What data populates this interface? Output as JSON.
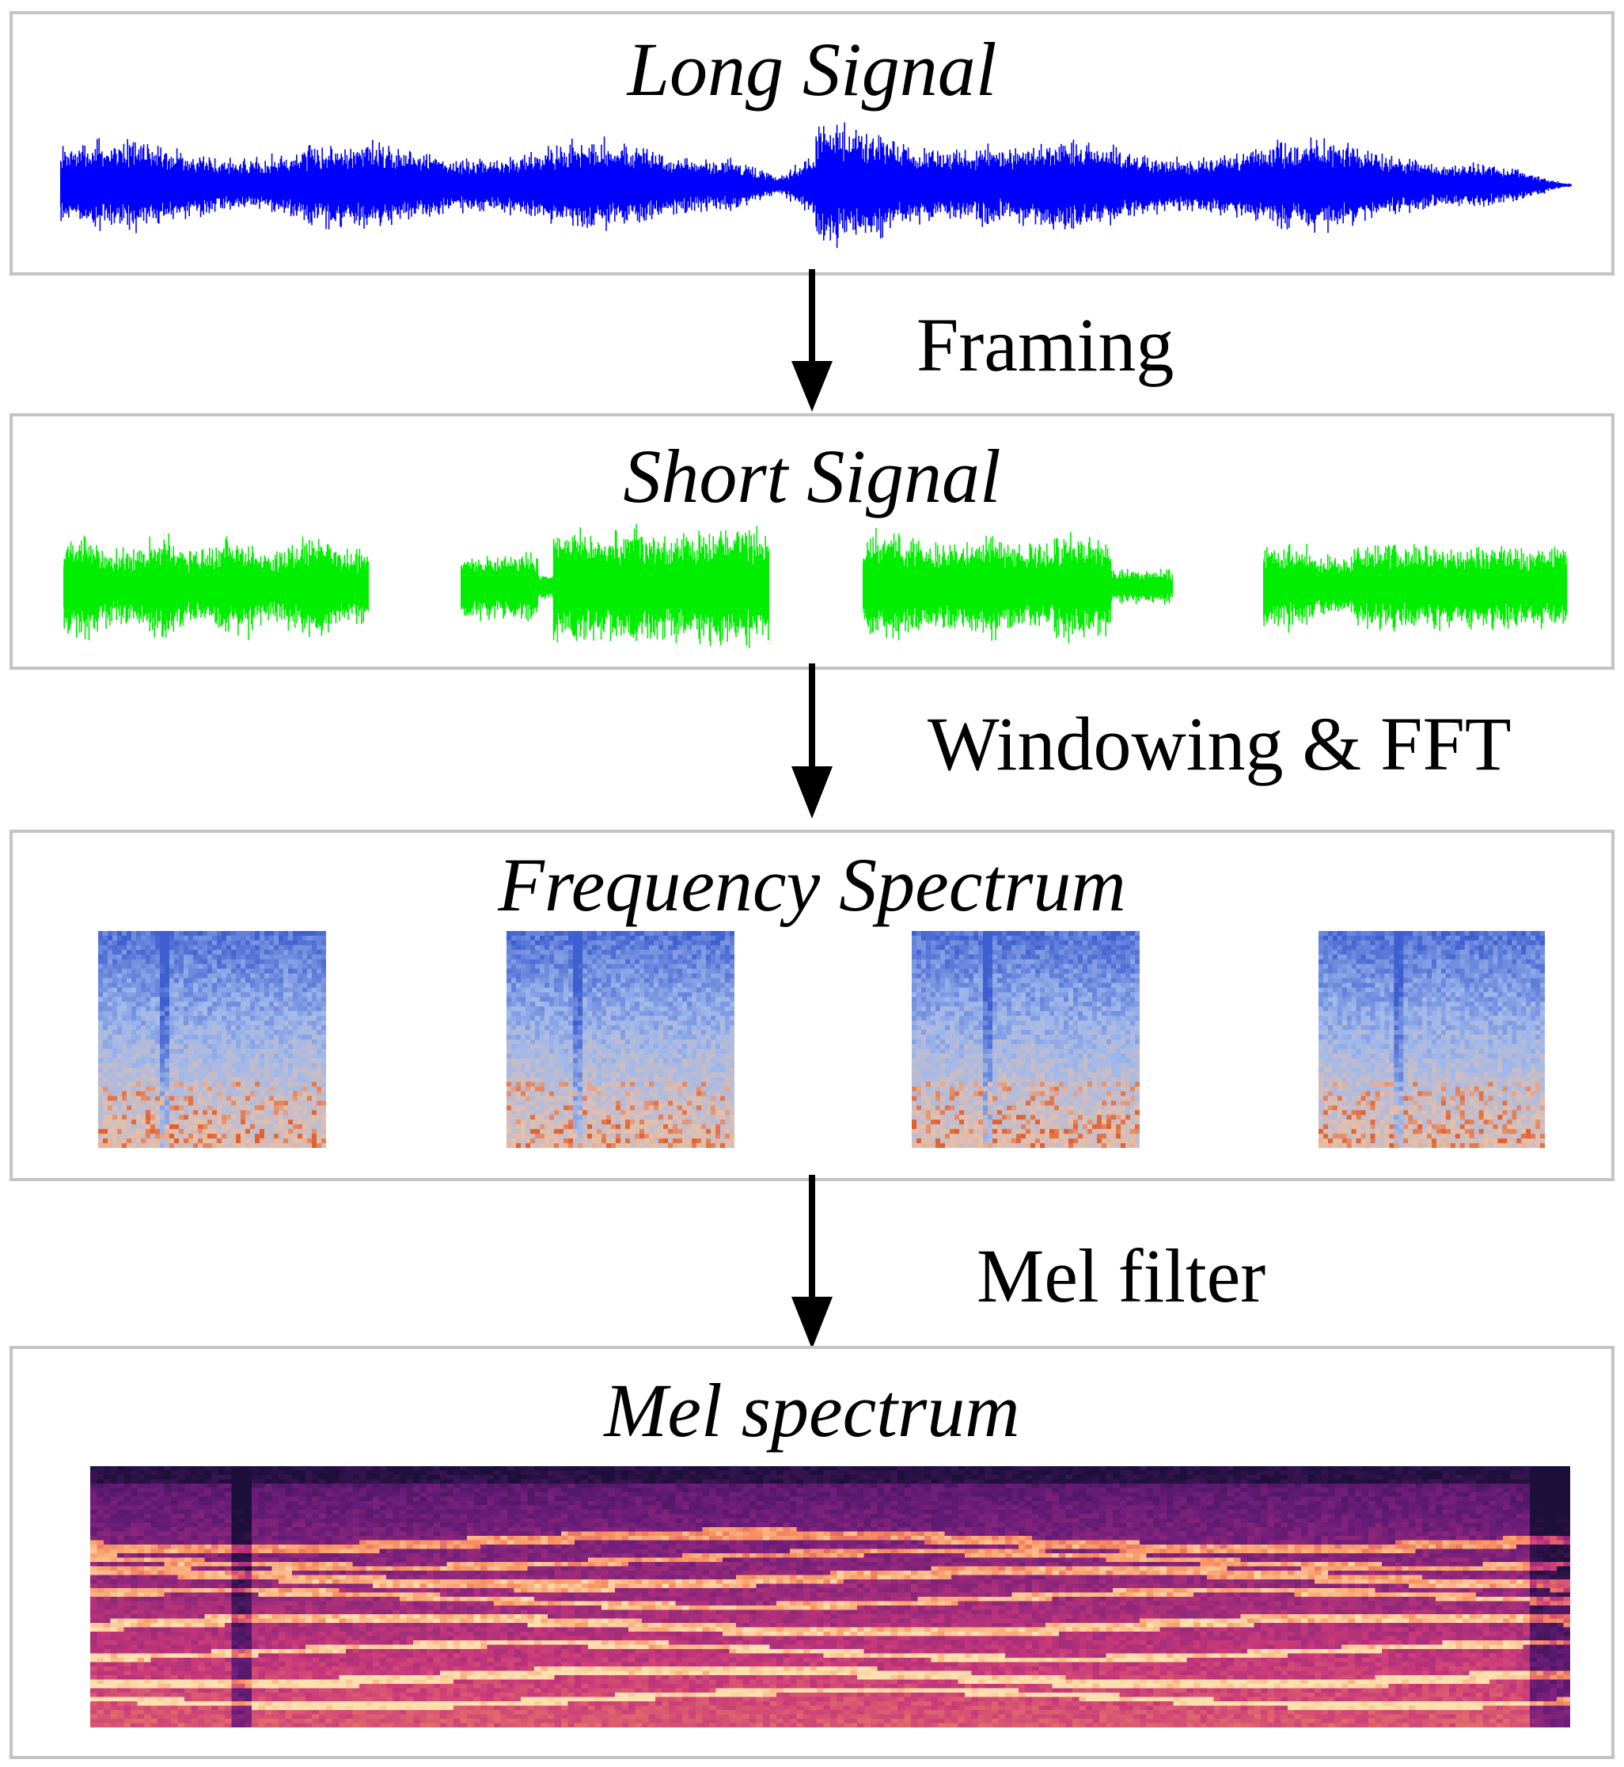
{
  "panels": {
    "long_signal": {
      "title": "Long Signal",
      "color": "#0000ff"
    },
    "short_signal": {
      "title": "Short Signal",
      "color": "#00ee00"
    },
    "frequency_spectrum": {
      "title": "Frequency Spectrum",
      "colors": [
        "#3f5fd0",
        "#9fb8ec",
        "#e8c0a8",
        "#e06030"
      ]
    },
    "mel_spectrum": {
      "title": "Mel spectrum",
      "colors": [
        "#1c0f3a",
        "#6a1c7a",
        "#c8387a",
        "#f89060",
        "#fde0b0"
      ]
    }
  },
  "steps": [
    {
      "label": "Framing"
    },
    {
      "label": "Windowing & FFT"
    },
    {
      "label": "Mel filter"
    }
  ]
}
